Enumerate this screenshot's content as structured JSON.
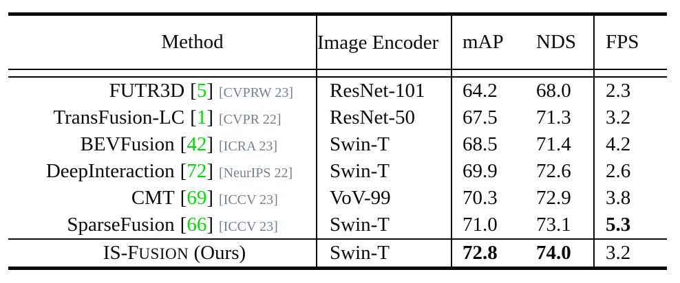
{
  "symbols": {
    "bracket_open": "[",
    "bracket_close": "]"
  },
  "table": {
    "header": {
      "method": "Method",
      "encoder": "Image Encoder",
      "map": "mAP",
      "nds": "NDS",
      "fps": "FPS"
    },
    "rows": [
      {
        "method": "FUTR3D",
        "ref": "5",
        "venue": "[CVPRW 23]",
        "encoder": "ResNet-101",
        "map": "64.2",
        "nds": "68.0",
        "fps": "2.3"
      },
      {
        "method": "TransFusion-LC",
        "ref": "1",
        "venue": "[CVPR 22]",
        "encoder": "ResNet-50",
        "map": "67.5",
        "nds": "71.3",
        "fps": "3.2"
      },
      {
        "method": "BEVFusion",
        "ref": "42",
        "venue": "[ICRA 23]",
        "encoder": "Swin-T",
        "map": "68.5",
        "nds": "71.4",
        "fps": "4.2"
      },
      {
        "method": "DeepInteraction",
        "ref": "72",
        "venue": "[NeurIPS 22]",
        "encoder": "Swin-T",
        "map": "69.9",
        "nds": "72.6",
        "fps": "2.6"
      },
      {
        "method": "CMT",
        "ref": "69",
        "venue": "[ICCV 23]",
        "encoder": "VoV-99",
        "map": "70.3",
        "nds": "72.9",
        "fps": "3.8"
      },
      {
        "method": "SparseFusion",
        "ref": "66",
        "venue": "[ICCV 23]",
        "encoder": "Swin-T",
        "map": "71.0",
        "nds": "73.1",
        "fps": "5.3"
      }
    ],
    "ours": {
      "name_prefix": "IS-F",
      "name_smallcaps": "usion",
      "name_suffix": " (Ours)",
      "encoder": "Swin-T",
      "map": "72.8",
      "nds": "74.0",
      "fps": "3.2"
    }
  },
  "colors": {
    "citation": "#00e000",
    "venue": "#75818f",
    "ink": "#0a0a0a"
  }
}
